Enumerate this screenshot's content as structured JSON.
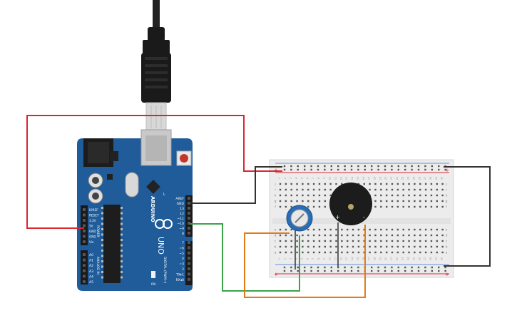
{
  "arduino": {
    "brand": "ARDUINO",
    "model": "UNO",
    "on_label": "ON",
    "tx_label": "TX",
    "rx_label": "RX",
    "l_label": "L",
    "power_label": "POWER",
    "analog_label": "ANALOG IN",
    "digital_label": "DIGITAL (PWM~)",
    "digital_pins": [
      "AREF",
      "GND",
      "13",
      "12",
      "~11",
      "~10",
      "~9",
      "8",
      "7",
      "~6",
      "~5",
      "4",
      "~3",
      "2",
      "TX▸1",
      "RX◂0"
    ],
    "power_pins": [
      "IOREF",
      "RESET",
      "3.3V",
      "5V",
      "GND",
      "GND",
      "Vin"
    ],
    "analog_pins": [
      "A0",
      "A1",
      "A2",
      "A3",
      "A4",
      "A5"
    ]
  },
  "breadboard": {
    "columns": 30,
    "row_letters_top": [
      "j",
      "i",
      "h",
      "g",
      "f"
    ],
    "row_letters_bottom": [
      "e",
      "d",
      "c",
      "b",
      "a"
    ],
    "plus_sign": "+",
    "minus_sign": "-"
  },
  "buzzer": {
    "plus_sign": "+",
    "minus_sign": "-"
  },
  "colors": {
    "board": "#1f5c99",
    "wire_red": "#d9272e",
    "wire_black": "#333333",
    "wire_green": "#3aa34a",
    "wire_orange": "#e07b18",
    "breadboard": "#ececec",
    "pot": "#2a6db5"
  }
}
